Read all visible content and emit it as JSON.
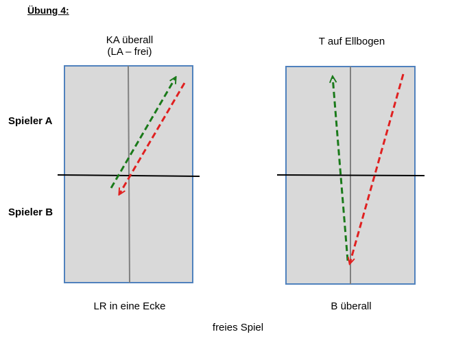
{
  "title": "Übung 4:",
  "player_labels": {
    "a": "Spieler A",
    "b": "Spieler B"
  },
  "left_diagram": {
    "top_label_line1": "KA überall",
    "top_label_line2": "(LA – frei)",
    "bottom_label": "LR in eine Ecke"
  },
  "right_diagram": {
    "top_label": "T auf Ellbogen",
    "bottom_label": "B überall"
  },
  "footer": "freies Spiel",
  "colors": {
    "table_fill": "#d9d9d9",
    "table_border": "#4f81bd",
    "center_line": "#808080",
    "net": "#000000",
    "arrow_green": "#1a7a1a",
    "arrow_red": "#e02020"
  }
}
